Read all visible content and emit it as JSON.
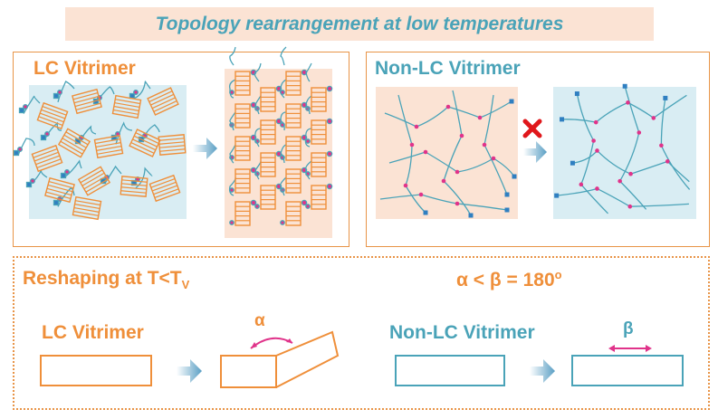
{
  "title": "Topology rearrangement at low  temperatures",
  "top_left": {
    "label": "LC  Vitrimer"
  },
  "top_right": {
    "label": "Non-LC Vitrimer"
  },
  "bottom": {
    "reshaping_label": "Reshaping at T<T",
    "reshaping_sub": "V",
    "relation": "α < β = 180",
    "relation_sup": "o",
    "lc_label": "LC  Vitrimer",
    "nonlc_label": "Non-LC Vitrimer",
    "alpha": "α",
    "beta": "β"
  },
  "colors": {
    "orange": "#ef8f3a",
    "teal": "#4aa3b8",
    "blue_bg": "#d9edf3",
    "peach_bg": "#fbe3d4",
    "magenta": "#e0338a",
    "cross_red": "#e0171b"
  },
  "icons": [
    "arrow-right-icon",
    "cross-icon",
    "double-arrow-icon"
  ]
}
